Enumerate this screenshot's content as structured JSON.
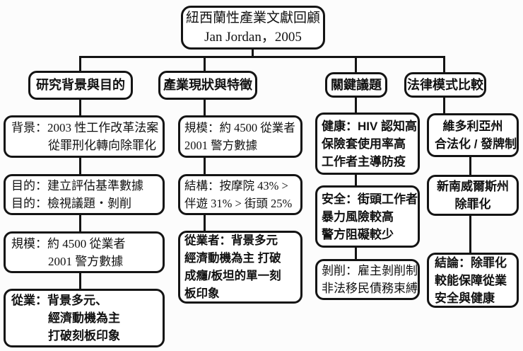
{
  "colors": {
    "box_border": "#141414",
    "connector": "#141414",
    "box_background": "#ffffff",
    "page_background": "#fcfcfc",
    "text": "#111111"
  },
  "flowchart": {
    "root": {
      "line1": "紐西蘭性產業文獻回顧",
      "line2": "Jan Jordan，2005"
    },
    "columns": [
      {
        "header": "研究背景與目的",
        "boxes": [
          {
            "lines": [
              "背景：2003 性工作改革法案",
              "從罪刑化轉向除罪化"
            ]
          },
          {
            "lines": [
              "目的：建立評估基準數據",
              "目的：檢視議題‧剝削"
            ]
          },
          {
            "lines": [
              "規模：約 4500 從業者",
              "2001 警方數據"
            ]
          },
          {
            "lines": [
              "從業：背景多元、",
              "經濟動機為主",
              "打破刻板印象"
            ]
          }
        ]
      },
      {
        "header": "產業現狀與特徵",
        "boxes": [
          {
            "lines": [
              "規模：約 4500 從業者",
              "2001 警方數據"
            ]
          },
          {
            "lines": [
              "結構：按摩院 43% >",
              "伴遊 31% > 街頭 25%"
            ]
          },
          {
            "lines": [
              "從業者：背景多元",
              "經濟動機為主 打破",
              "成癮/板坦的單一刻",
              "板印象"
            ]
          }
        ]
      },
      {
        "header": "關鍵議題",
        "boxes": [
          {
            "lines": [
              "健康：HIV 認知高",
              "保險套使用率高",
              "工作者主導防疫"
            ]
          },
          {
            "lines": [
              "安全：街頭工作者",
              "暴力風險較高",
              "警方阻礙較少"
            ]
          },
          {
            "lines": [
              "剝削：雇主剝削制",
              "非法移民債務束縛"
            ]
          }
        ]
      },
      {
        "header": "法律模式比較",
        "boxes": [
          {
            "lines": [
              "維多利亞州",
              "合法化 / 發牌制"
            ]
          },
          {
            "lines": [
              "新南威爾斯州",
              "除罪化"
            ]
          },
          {
            "lines": [
              "結論：除罪化",
              "較能保障從業",
              "安全與健康"
            ]
          }
        ]
      }
    ]
  }
}
